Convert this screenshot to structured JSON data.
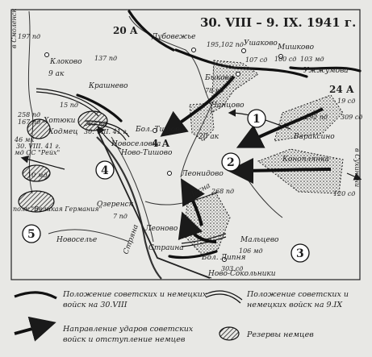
{
  "map": {
    "title": "30. VIII – 9. IX. 1941 г.",
    "labels": [
      {
        "text": "20 А",
        "cls": "tb"
      },
      {
        "text": "24 А",
        "cls": "tb"
      },
      {
        "text": "4 А",
        "cls": "tb"
      },
      {
        "text": "Дубовежье",
        "cls": "t"
      },
      {
        "text": "195,102 пд",
        "cls": "ts"
      },
      {
        "text": "Ушаково",
        "cls": "t"
      },
      {
        "text": "Мишково",
        "cls": "t"
      },
      {
        "text": "107 сд",
        "cls": "ts"
      },
      {
        "text": "100 сд",
        "cls": "ts"
      },
      {
        "text": "103 мд",
        "cls": "ts"
      },
      {
        "text": "Ужжумова",
        "cls": "t"
      },
      {
        "text": "137 пд",
        "cls": "ts"
      },
      {
        "text": "197 пд",
        "cls": "ts"
      },
      {
        "text": "Клоково",
        "cls": "t"
      },
      {
        "text": "9 ак",
        "cls": "t"
      },
      {
        "text": "Крашнево",
        "cls": "t"
      },
      {
        "text": "15 пд",
        "cls": "ts"
      },
      {
        "text": "258 пд",
        "cls": "ts"
      },
      {
        "text": "167 пд",
        "cls": "ts"
      },
      {
        "text": "Хотюки",
        "cls": "t"
      },
      {
        "text": "Ходмец",
        "cls": "t"
      },
      {
        "text": "46 мк",
        "cls": "ts"
      },
      {
        "text": "мд СС \"Рейх\"",
        "cls": "ts"
      },
      {
        "text": "30. VIII. 41 г.",
        "cls": "ts"
      },
      {
        "text": "263 пд",
        "cls": "ts"
      },
      {
        "text": "30. VIII. 41 г.",
        "cls": "ts"
      },
      {
        "text": "Новоселовка",
        "cls": "t"
      },
      {
        "text": "Быково",
        "cls": "t"
      },
      {
        "text": "78 пд",
        "cls": "ts"
      },
      {
        "text": "Чанцово",
        "cls": "t"
      },
      {
        "text": "Бол. Тишово",
        "cls": "t"
      },
      {
        "text": "Ново-Тишово",
        "cls": "t"
      },
      {
        "text": "20 ак",
        "cls": "t"
      },
      {
        "text": "19 сд",
        "cls": "ts"
      },
      {
        "text": "309 сд",
        "cls": "ts"
      },
      {
        "text": "292 пд",
        "cls": "ts"
      },
      {
        "text": "Вараксино",
        "cls": "t"
      },
      {
        "text": "Коноплянка",
        "cls": "t"
      },
      {
        "text": "120 сд",
        "cls": "ts"
      },
      {
        "text": "Леонидово",
        "cls": "t"
      },
      {
        "text": "10 мд",
        "cls": "ts"
      },
      {
        "text": "Десна",
        "cls": "t"
      },
      {
        "text": "268 пд",
        "cls": "ts"
      },
      {
        "text": "Озеренск",
        "cls": "t"
      },
      {
        "text": "7 пд",
        "cls": "ts"
      },
      {
        "text": "полк \"Великая Германия\"",
        "cls": "ts"
      },
      {
        "text": "Новоселье",
        "cls": "t"
      },
      {
        "text": "Леоново",
        "cls": "t"
      },
      {
        "text": "Стряна",
        "cls": "t"
      },
      {
        "text": "Страина",
        "cls": "t"
      },
      {
        "text": "Мальцево",
        "cls": "t"
      },
      {
        "text": "106 мд",
        "cls": "ts"
      },
      {
        "text": "303 сд",
        "cls": "ts"
      },
      {
        "text": "Бол. Липня",
        "cls": "t"
      },
      {
        "text": "Ново-Сокольники",
        "cls": "t"
      },
      {
        "text": "в Смоленск",
        "cls": "ts"
      },
      {
        "text": "в Сухиничи",
        "cls": "ts"
      },
      {
        "text": "1",
        "cls": "num"
      },
      {
        "text": "2",
        "cls": "num"
      },
      {
        "text": "3",
        "cls": "num"
      },
      {
        "text": "4",
        "cls": "num"
      },
      {
        "text": "5",
        "cls": "num"
      }
    ]
  },
  "legend": {
    "front_30_viii": [
      "Положение советских и немецких",
      "войск на 30.VIII"
    ],
    "attacks": [
      "Направление ударов советских",
      "войск и отступление немцев"
    ],
    "front_9_ix": [
      "Положение советских и",
      "немецких войск на 9.IX"
    ],
    "reserves": "Резервы немцев"
  }
}
